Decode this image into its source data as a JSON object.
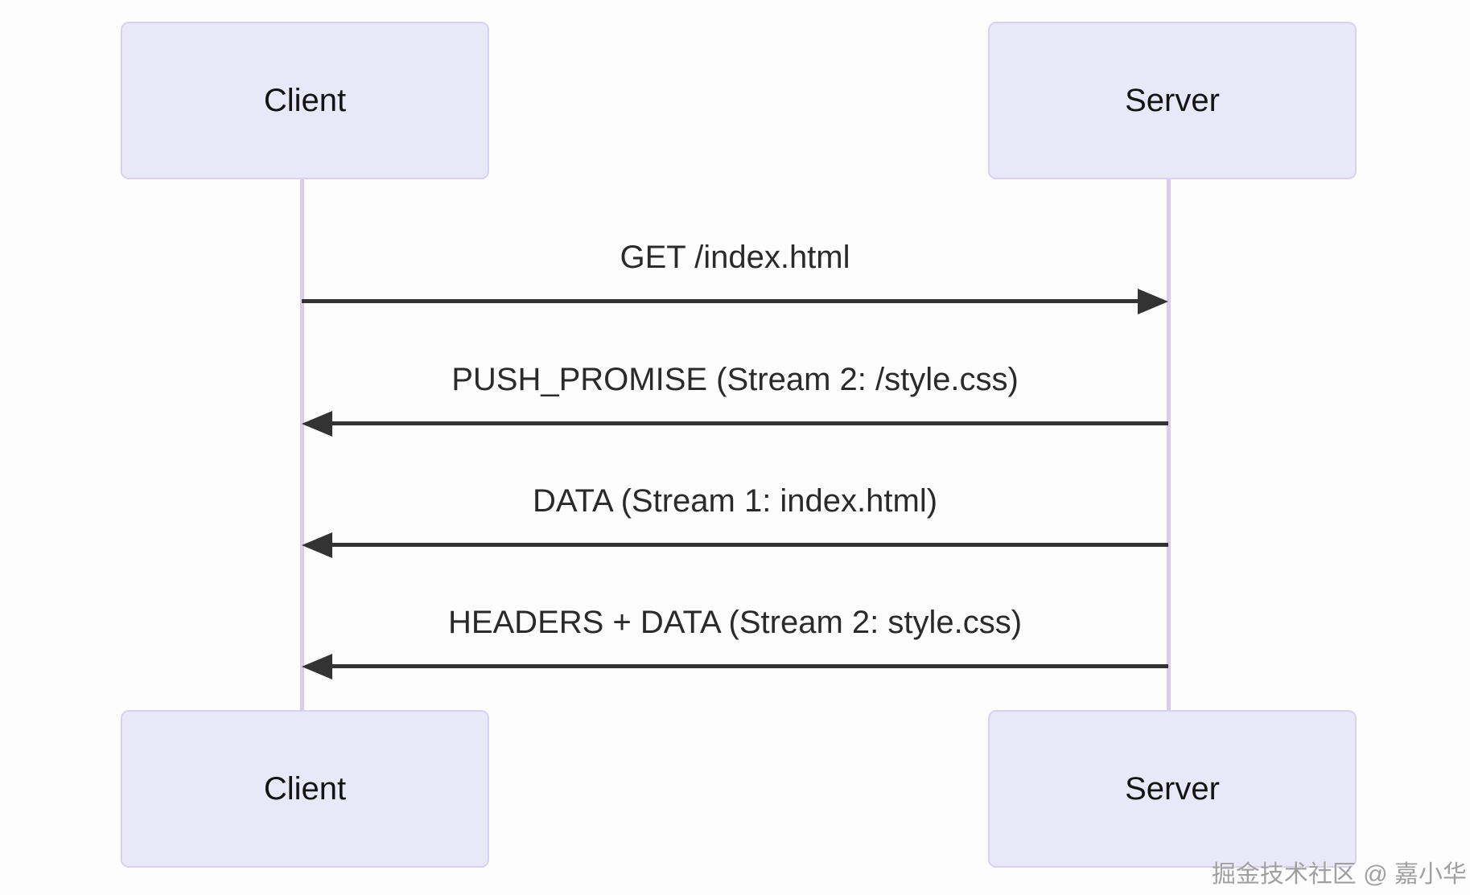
{
  "diagram": {
    "type": "sequence",
    "actors": [
      {
        "id": "client",
        "label": "Client"
      },
      {
        "id": "server",
        "label": "Server"
      }
    ],
    "messages": [
      {
        "from": "client",
        "to": "server",
        "direction": "right",
        "label": "GET /index.html"
      },
      {
        "from": "server",
        "to": "client",
        "direction": "left",
        "label": "PUSH_PROMISE (Stream 2: /style.css)"
      },
      {
        "from": "server",
        "to": "client",
        "direction": "left",
        "label": "DATA (Stream 1: index.html)"
      },
      {
        "from": "server",
        "to": "client",
        "direction": "left",
        "label": "HEADERS + DATA (Stream 2: style.css)"
      }
    ]
  },
  "watermark": {
    "text": "掘金技术社区 @ 嘉小华"
  },
  "colors": {
    "background": "#FDFDFD",
    "actor_fill": "#E9E8F9",
    "actor_border": "#D8D2EE",
    "lifeline": "#D8CDEE",
    "arrow": "#333333",
    "message_text": "#2A2A2A",
    "actor_text": "#141414",
    "watermark_text": "#A0A0A0"
  }
}
